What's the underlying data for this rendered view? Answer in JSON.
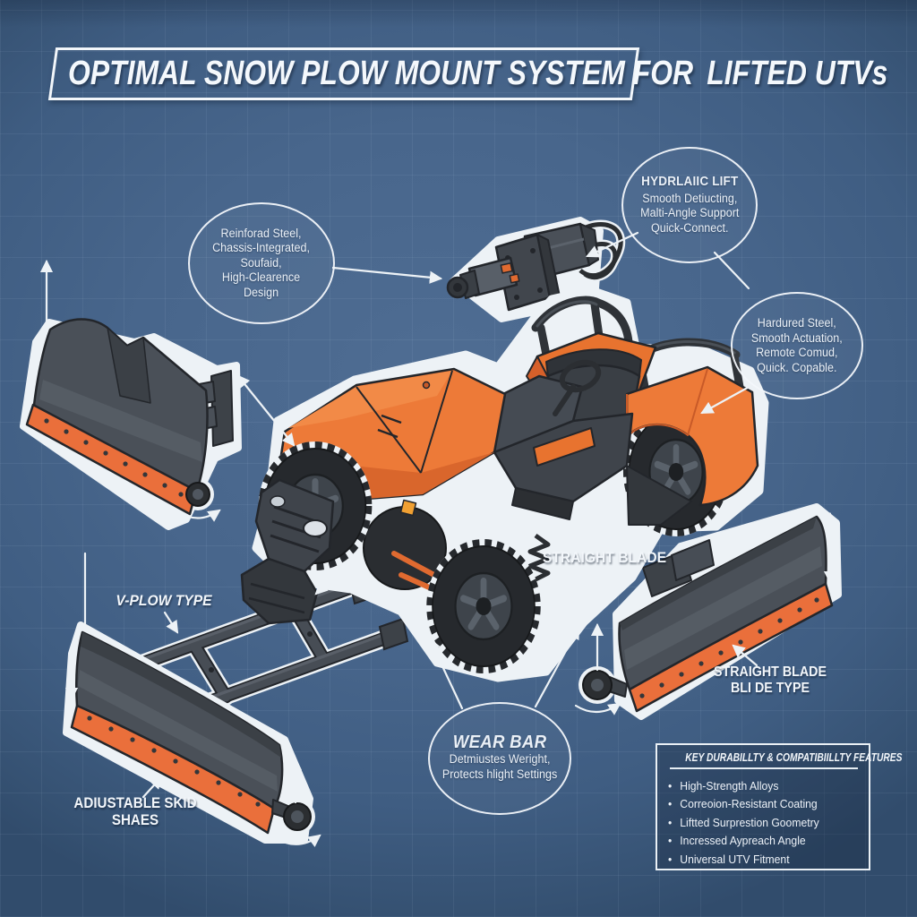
{
  "title": {
    "boxed": "OPTIMAL SNOW PLOW MOUNT SYSTEM FOR",
    "suffix": "LIFTED UTVs"
  },
  "callouts": {
    "front_mount": {
      "lines": [
        "Reinforad Steel,",
        "Chassis-Integrated,",
        "Soufaid,",
        "High-Clearence",
        "Design"
      ]
    },
    "hydraulic_lift": {
      "title": "HYDRLAIIC LIFT",
      "lines": [
        "Smooth Detiucting,",
        "Malti-Angle Support",
        "Quick-Connect."
      ]
    },
    "hardened_steel": {
      "lines": [
        "Hardured Steel,",
        "Smooth Actuation,",
        "Remote Comud,",
        "Quick. Copable."
      ]
    },
    "wear_bar": {
      "title": "WEAR BAR",
      "lines": [
        "Detmiustes Weright,",
        "Protects hlight Settings"
      ]
    }
  },
  "labels": {
    "v_plow": "V-PLOW TYPE",
    "adjustable_skid": [
      "ADIUSTABLE SKID",
      "SHAES"
    ],
    "straight_blade": "STRAIGHT BLADE",
    "straight_blade_type": [
      "STRAIGHT BLADE",
      "BLI DE TYPE"
    ]
  },
  "features_box": {
    "title": "KEY DURABILLTY & COMPATIBIILLTY FEATURES",
    "items": [
      "High-Strength Alloys",
      "Correoion-Resistant Coating",
      "Liftted Surprestion Goometry",
      "Incressed Aypreach Angle",
      "Universal UTV Fitment"
    ]
  },
  "colors": {
    "background": "#48668C",
    "accent_orange": "#EA6F3B",
    "body_orange": "#ED7A38",
    "steel_gray": "#4A5058",
    "line_white": "#EDF2F6"
  }
}
